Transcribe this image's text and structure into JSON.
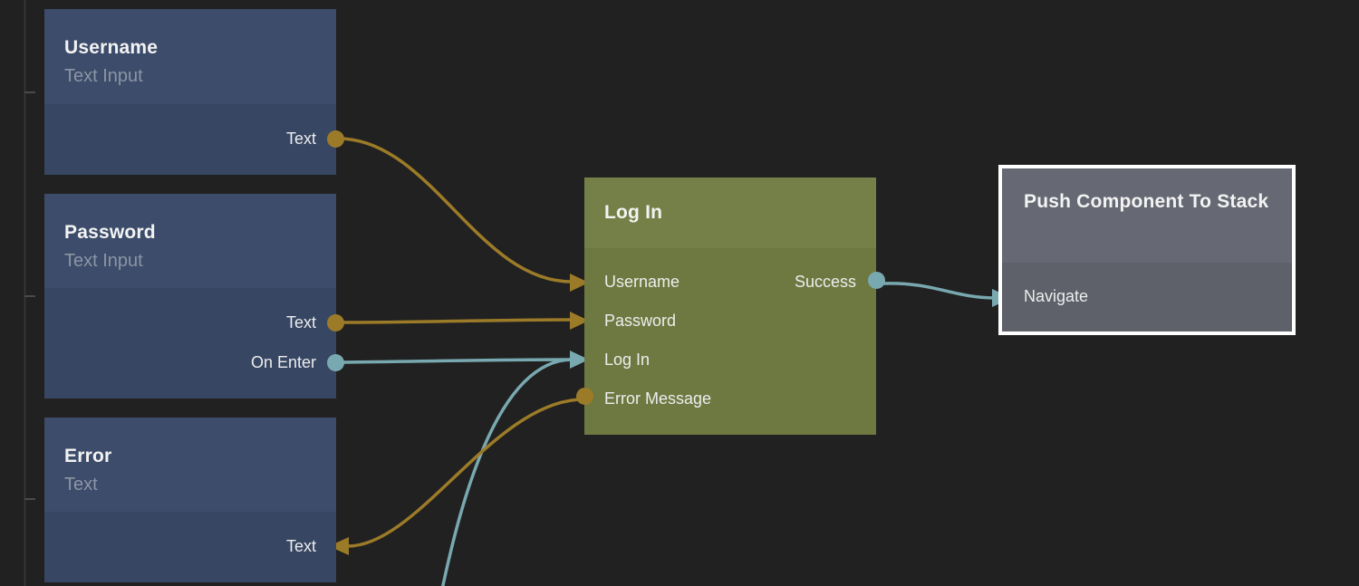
{
  "palette": {
    "canvas_bg": "#212121",
    "blue_node_header": "#3c4c6a",
    "blue_node_body": "#374663",
    "green_node_header": "#748047",
    "green_node_body": "#6d7941",
    "gray_node_header": "#666973",
    "gray_node_body": "#5e616a",
    "wire_gold": "#9c7b28",
    "wire_teal": "#79a9b0",
    "title_text": "#f3f3f3",
    "subtitle_text": "#8d95a4",
    "port_text": "#ededed",
    "selection_border": "#ffffff",
    "guide_line": "#3a3a3a",
    "guide_tick": "#4a4a4a"
  },
  "nodes": {
    "username": {
      "title": "Username",
      "subtitle": "Text Input",
      "ports": {
        "text": "Text"
      }
    },
    "password": {
      "title": "Password",
      "subtitle": "Text Input",
      "ports": {
        "text": "Text",
        "on_enter": "On Enter"
      }
    },
    "error": {
      "title": "Error",
      "subtitle": "Text",
      "ports": {
        "text": "Text"
      }
    },
    "login": {
      "title": "Log In",
      "left_ports": {
        "username": "Username",
        "password": "Password",
        "log_in": "Log In",
        "error_message": "Error Message"
      },
      "right_ports": {
        "success": "Success"
      }
    },
    "push_component_to_stack": {
      "title": "Push Component To Stack",
      "ports": {
        "navigate": "Navigate"
      }
    }
  }
}
